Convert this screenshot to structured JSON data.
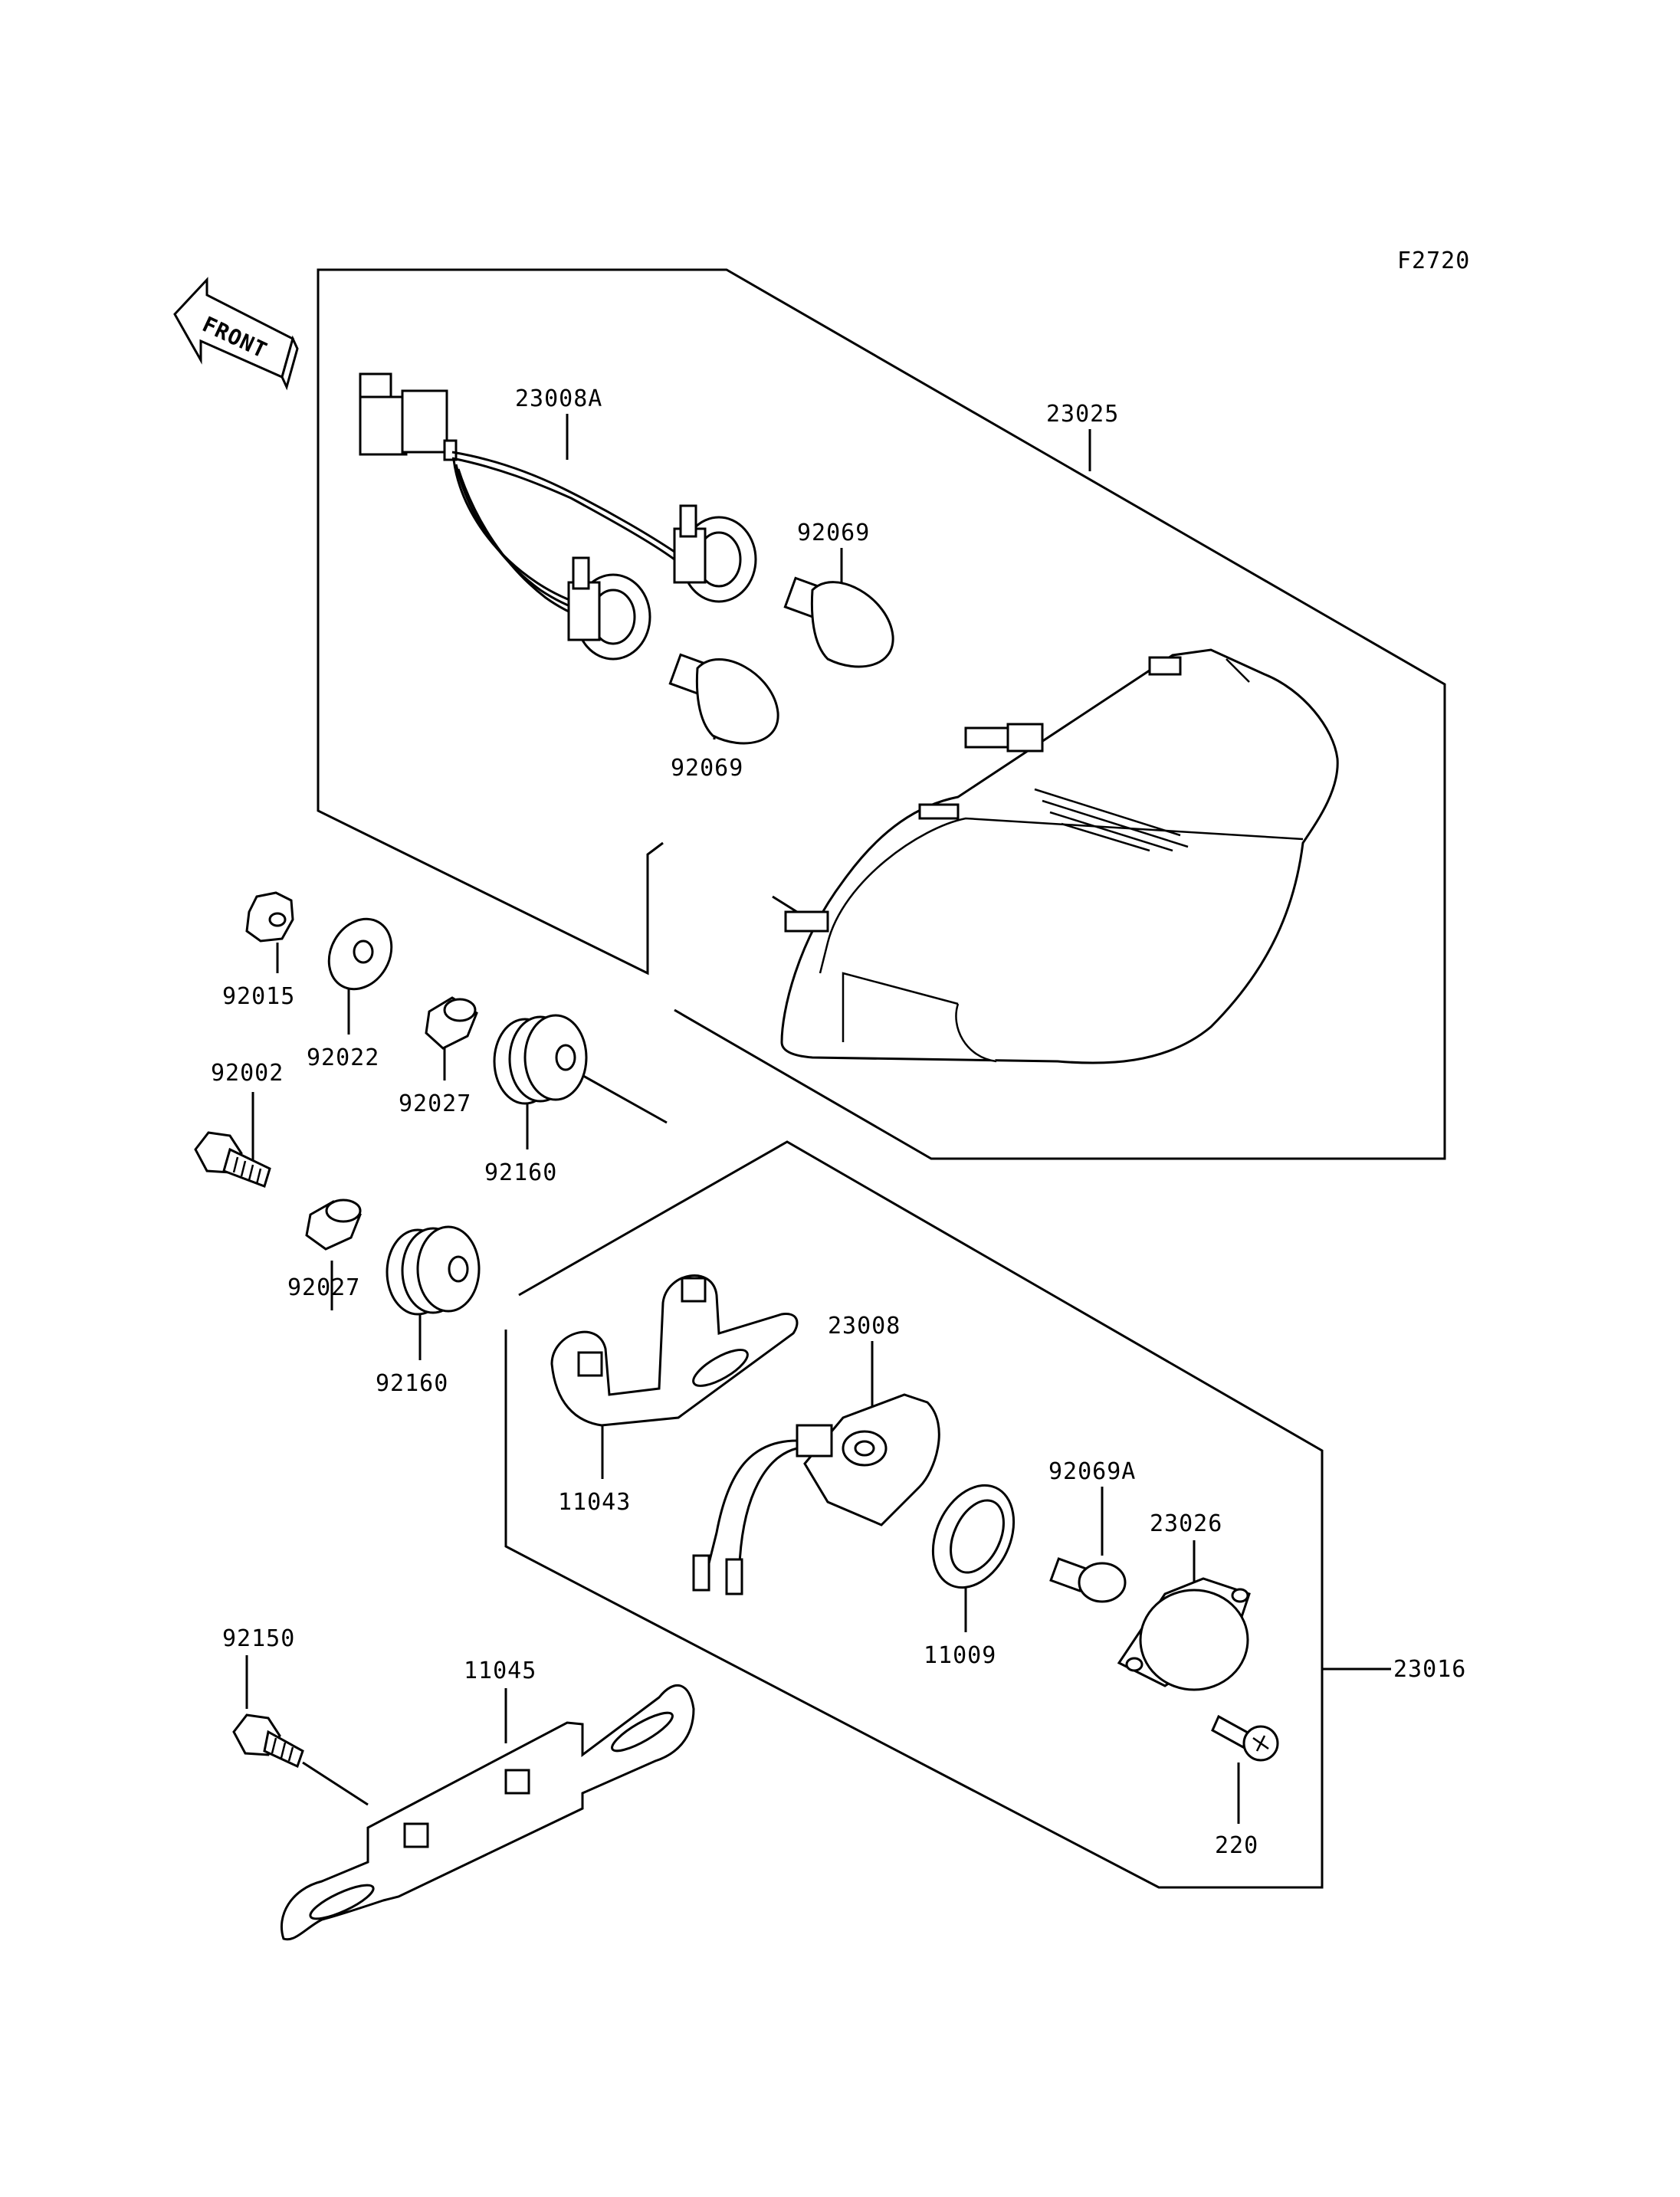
{
  "figure_code": "F2720",
  "front_label": "FRONT",
  "parts": {
    "p23008A": "23008A",
    "p23025": "23025",
    "p92069_upper": "92069",
    "p92069_lower": "92069",
    "p92015": "92015",
    "p92022": "92022",
    "p92027_upper": "92027",
    "p92160_upper": "92160",
    "p92002": "92002",
    "p92027_lower": "92027",
    "p92160_lower": "92160",
    "p11043": "11043",
    "p23008": "23008",
    "p92069A": "92069A",
    "p23026": "23026",
    "p11009": "11009",
    "p23016": "23016",
    "p220": "220",
    "p92150": "92150",
    "p11045": "11045"
  }
}
